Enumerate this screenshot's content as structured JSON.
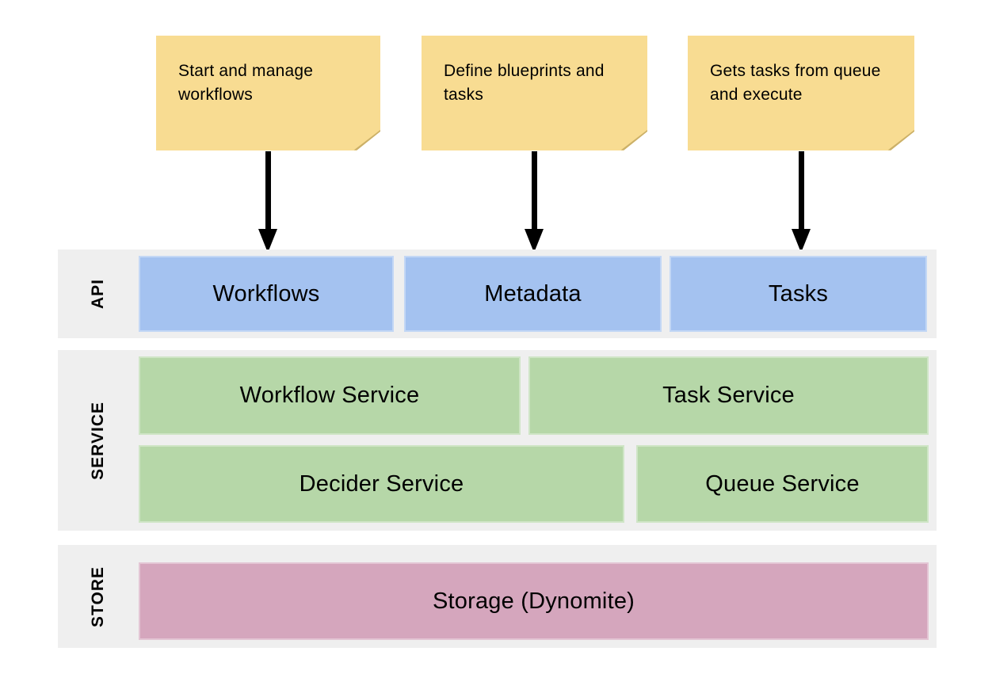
{
  "notes": [
    {
      "text": "Start and manage workflows"
    },
    {
      "text": "Define blueprints and tasks"
    },
    {
      "text": "Gets tasks from queue and execute"
    }
  ],
  "bands": [
    {
      "label": "API",
      "rows": [
        [
          {
            "label": "Workflows"
          },
          {
            "label": "Metadata"
          },
          {
            "label": "Tasks"
          }
        ]
      ]
    },
    {
      "label": "SERVICE",
      "rows": [
        [
          {
            "label": "Workflow Service"
          },
          {
            "label": "Task Service"
          }
        ],
        [
          {
            "label": "Decider Service"
          },
          {
            "label": "Queue Service"
          }
        ]
      ]
    },
    {
      "label": "STORE",
      "rows": [
        [
          {
            "label": "Storage (Dynomite)"
          }
        ]
      ]
    }
  ],
  "colors": {
    "note_fill": "#F8DC92",
    "note_fold": "#CBB068",
    "api_box": "#A4C2F0",
    "service_box": "#B6D7A8",
    "store_box": "#D5A6BD",
    "band_bg": "#EFEFEF",
    "arrow": "#000000",
    "text": "#000000"
  }
}
